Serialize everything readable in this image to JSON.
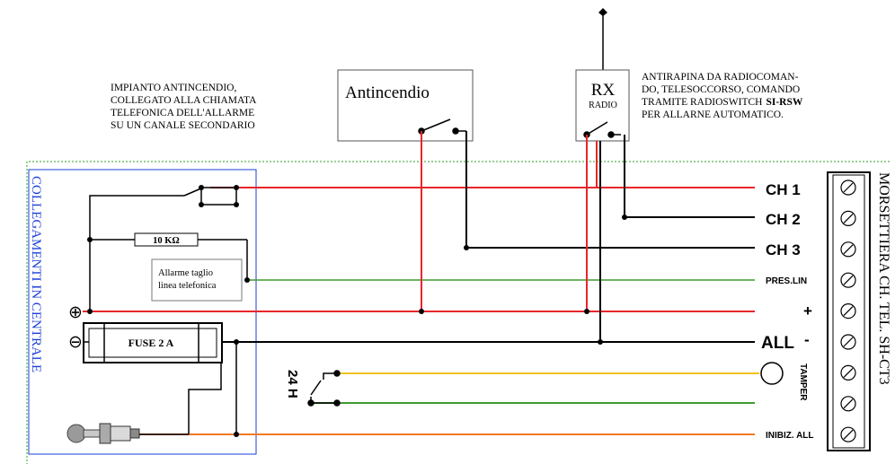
{
  "notes": {
    "fire_lines": [
      "IMPIANTO ANTINCENDIO,",
      "COLLEGATO ALLA CHIAMATA",
      "TELEFONICA DELL'ALLARME",
      "SU UN CANALE SECONDARIO"
    ],
    "rx_lines": [
      "ANTIRAPINA DA RADIOCOMAN-",
      "DO, TELESOCCORSO, COMANDO",
      "TRAMITE RADIOSWITCH",
      "PER ALLARNE AUTOMATICO."
    ],
    "rx_bold": "SI-RSW"
  },
  "boxes": {
    "antincendio": "Antincendio",
    "rx_title": "RX",
    "rx_sub": "RADIO",
    "resistor": "10 KΩ",
    "fuse": "FUSE 2 A",
    "cut_alarm": [
      "Allarme taglio",
      "linea telefonica"
    ],
    "timer": "24 H"
  },
  "central": {
    "title": "COLLEGAMENTI IN CENTRALE",
    "plus_symbol": "⊕",
    "minus_symbol": "⊖"
  },
  "terminal": {
    "title": "MORSETTIERA CH. TEL. SH-CT3",
    "screw_count": 9
  },
  "lines": {
    "ch1": "CH 1",
    "ch2": "CH 2",
    "ch3": "CH 3",
    "pres_lin": "PRES.LIN",
    "all": "ALL",
    "plus": "+",
    "minus": "-",
    "tamper": "TAMPER",
    "inibiz": "INIBIZ. ALL"
  },
  "colors": {
    "red": "#e8262b",
    "green": "#3e9b2f",
    "yellow": "#f1c21b",
    "orange": "#f07b22",
    "black": "#000000",
    "blue_frame": "#1a3fd6",
    "dotted": "#2aa02a"
  }
}
